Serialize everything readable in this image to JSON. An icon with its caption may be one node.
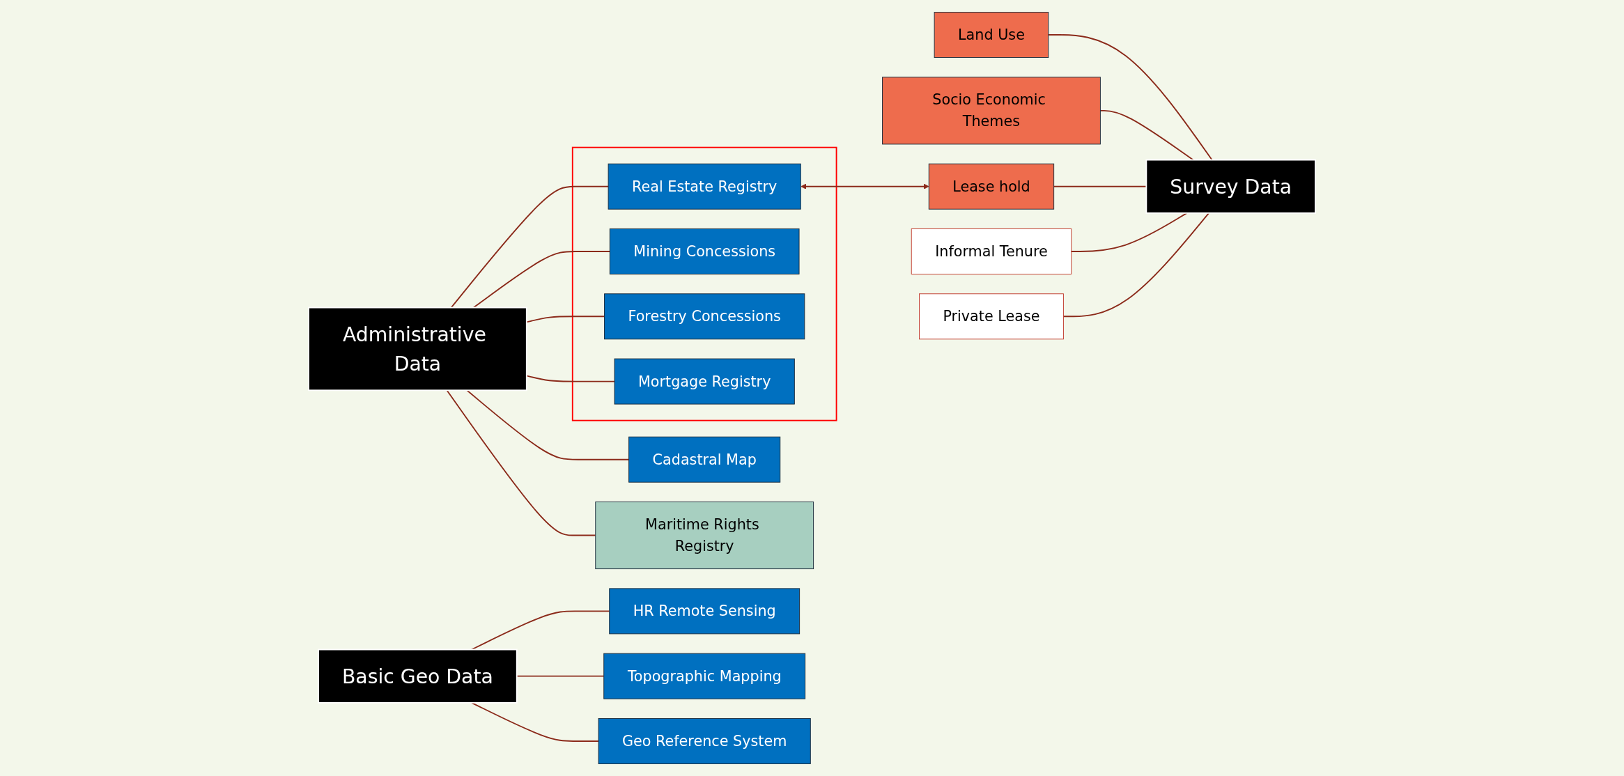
{
  "diagram": {
    "nodes": [
      {
        "text": [
          "Basic Geo Data"
        ]
      },
      {
        "text": [
          "HR Remote Sensing"
        ]
      },
      {
        "text": [
          "Topographic Mapping"
        ]
      },
      {
        "text": [
          "Geo Reference System"
        ]
      },
      {
        "text": [
          "Administrative Data"
        ]
      },
      {
        "text": [],
        "shape": "box"
      },
      {
        "text": [
          "Real Estate Registry"
        ],
        "in": 5
      },
      {
        "text": [
          "Mining Concessions"
        ],
        "in": 5
      },
      {
        "text": [
          "Forestry Concessions"
        ],
        "in": 5
      },
      {
        "text": [
          "Mortgage Registry"
        ],
        "in": 5
      },
      {
        "text": [
          "Cadastral Map"
        ]
      },
      {
        "text": [
          "Maritime Rights Registry"
        ]
      },
      {
        "text": [
          "Survey Data"
        ]
      },
      {
        "text": [
          "Land Use"
        ]
      },
      {
        "text": [
          "Socio Economic Themes"
        ]
      },
      {
        "text": [
          "Lease hold"
        ]
      },
      {
        "text": [
          "Informal Tenure"
        ]
      },
      {
        "text": [
          "Private Lease"
        ]
      }
    ],
    "edges": [
      {
        "from": 0,
        "to": 1,
        "arrow": "none"
      },
      {
        "from": 0,
        "to": 2,
        "arrow": "none"
      },
      {
        "from": 0,
        "to": 3,
        "arrow": "none"
      },
      {
        "from": 4,
        "to": 6,
        "arrow": "none"
      },
      {
        "from": 4,
        "to": 7,
        "arrow": "none"
      },
      {
        "from": 4,
        "to": 8,
        "arrow": "none"
      },
      {
        "from": 4,
        "to": 9,
        "arrow": "none"
      },
      {
        "from": 4,
        "to": 10,
        "arrow": "none"
      },
      {
        "from": 4,
        "to": 11,
        "arrow": "none"
      },
      {
        "from": 12,
        "to": 13,
        "arrow": "none"
      },
      {
        "from": 12,
        "to": 14,
        "arrow": "none"
      },
      {
        "from": 12,
        "to": 15,
        "arrow": "none"
      },
      {
        "from": 12,
        "to": 16,
        "arrow": "none"
      },
      {
        "from": 12,
        "to": 17,
        "arrow": "none"
      },
      {
        "from": 6,
        "to": 15,
        "arrow": "both"
      }
    ]
  }
}
